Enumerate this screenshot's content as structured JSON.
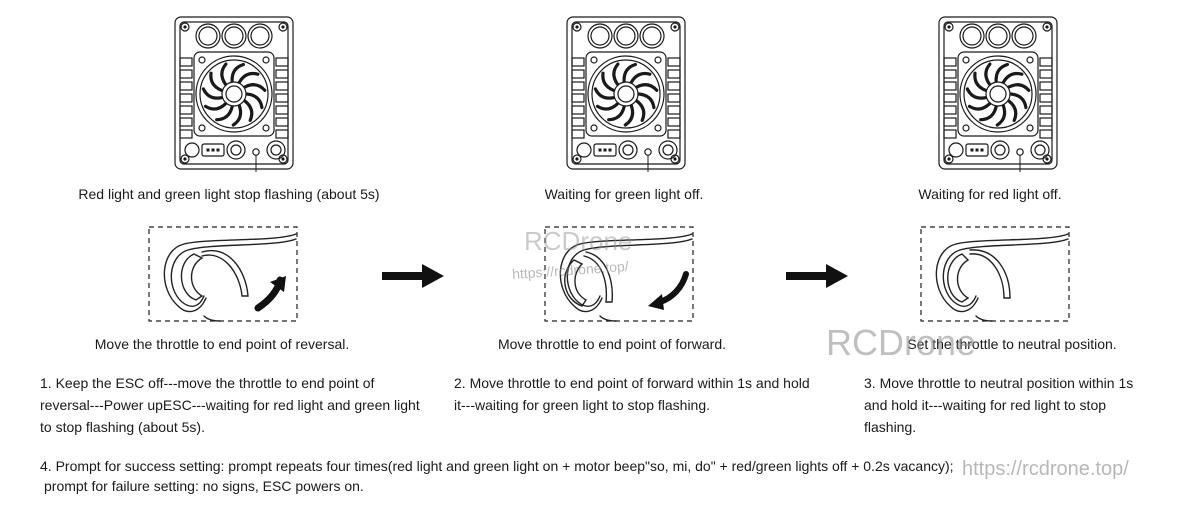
{
  "panels": [
    {
      "caption": "Red light and green light stop flashing (about 5s)",
      "throttle_caption": "Move the throttle to end point of reversal.",
      "description": "1. Keep the ESC off---move the throttle to end point of reversal---Power upESC---waiting for red light and green light to stop flashing (about 5s)."
    },
    {
      "caption": "Waiting for green light off.",
      "throttle_caption": "Move throttle to end point of forward.",
      "description": "2. Move throttle to end point of forward within 1s and hold it---waiting for green light to stop flashing."
    },
    {
      "caption": "Waiting for red light off.",
      "throttle_caption": "Set the throttle to neutral position.",
      "description": "3. Move throttle to neutral position within 1s and hold it---waiting for red light to stop flashing."
    }
  ],
  "step4": {
    "line1": "4. Prompt for success setting: prompt repeats four times(red light and green light on + motor beep\"so, mi, do\" + red/green lights off + 0.2s vacancy);",
    "line2": "prompt for failure setting: no signs, ESC powers on."
  },
  "watermarks": {
    "brand": "RCDrone",
    "url": "https://rcdrone.top/"
  }
}
